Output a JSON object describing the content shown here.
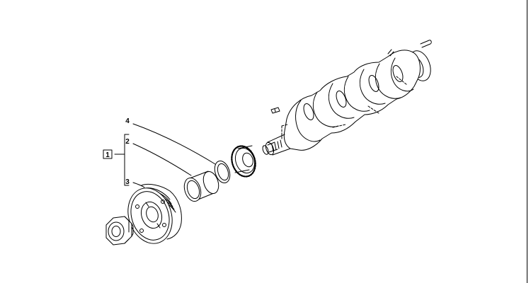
{
  "diagram": {
    "group_label": "1",
    "callouts": [
      {
        "id": "4"
      },
      {
        "id": "2"
      },
      {
        "id": "3"
      }
    ],
    "parts": [
      "crankshaft",
      "woodruff-key",
      "timing-gear",
      "thrust-washer",
      "spacer-ring",
      "crankshaft-pulley",
      "pulley-nut"
    ]
  }
}
